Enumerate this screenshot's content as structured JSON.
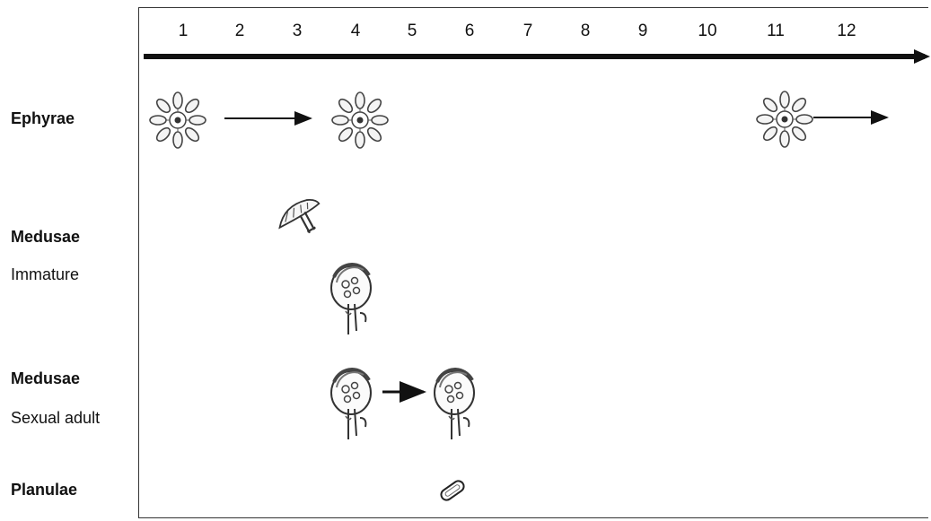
{
  "timeline": {
    "months": [
      "1",
      "2",
      "3",
      "4",
      "5",
      "6",
      "7",
      "8",
      "9",
      "10",
      "11",
      "12"
    ]
  },
  "rows": {
    "ephyrae": "Ephyrae",
    "medusae_immature_title": "Medusae",
    "medusae_immature_sub": "Immature",
    "medusae_adult_title": "Medusae",
    "medusae_adult_sub": "Sexual adult",
    "planulae": "Planulae"
  },
  "icons": {
    "ephyra": "ephyra-icon",
    "young_medusa": "young-medusa-icon",
    "medusa": "medusa-icon",
    "planula": "planula-icon",
    "arrow": "arrow-icon"
  }
}
